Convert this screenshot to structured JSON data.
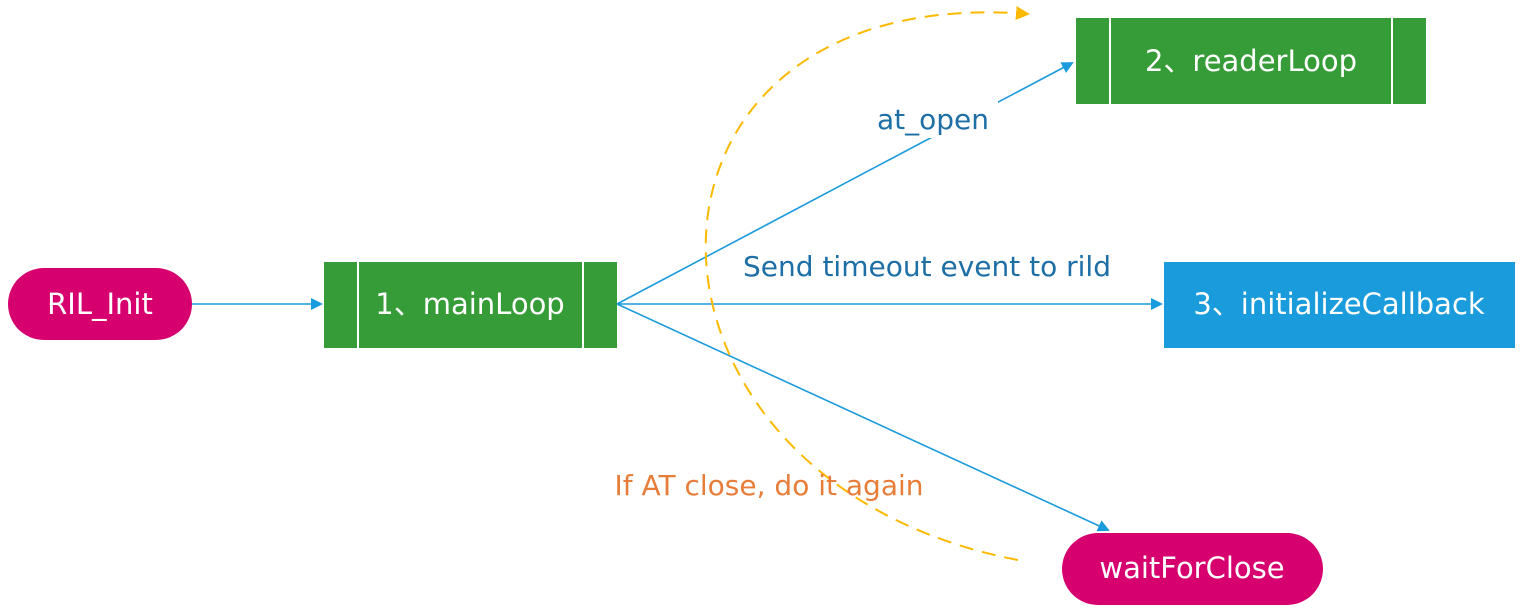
{
  "colors": {
    "terminal": "#d6006f",
    "process": "#369c37",
    "callback": "#1a9bdb",
    "edge": "#1a9bdb",
    "edge_label": "#1d6fa5",
    "loop_edge": "#fbb900",
    "loop_label": "#e67e3a",
    "node_text": "#ffffff",
    "background": "#ffffff"
  },
  "nodes": {
    "ril_init": {
      "label": "RIL_Init",
      "shape": "rounded-terminal"
    },
    "main_loop": {
      "label": "1、mainLoop",
      "shape": "predefined-process"
    },
    "reader_loop": {
      "label": "2、readerLoop",
      "shape": "predefined-process"
    },
    "initialize_callback": {
      "label": "3、initializeCallback",
      "shape": "process"
    },
    "wait_for_close": {
      "label": "waitForClose",
      "shape": "rounded-terminal"
    }
  },
  "edges": [
    {
      "from": "ril_init",
      "to": "main_loop",
      "label": ""
    },
    {
      "from": "main_loop",
      "to": "reader_loop",
      "label": "at_open"
    },
    {
      "from": "main_loop",
      "to": "initialize_callback",
      "label": "Send timeout event to rild"
    },
    {
      "from": "main_loop",
      "to": "wait_for_close",
      "label": ""
    },
    {
      "from": "wait_for_close",
      "to": "reader_loop",
      "label": "If AT close, do it again",
      "style": "dashed"
    }
  ]
}
